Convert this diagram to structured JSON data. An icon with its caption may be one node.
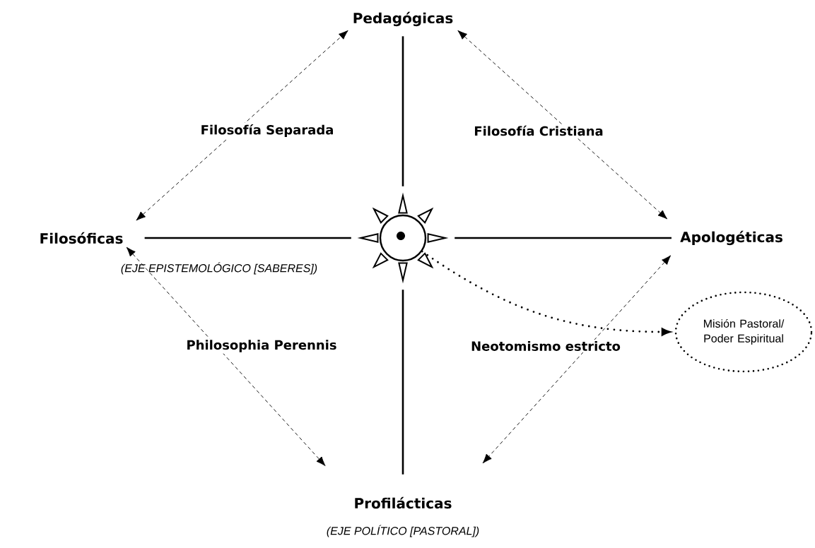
{
  "diagram": {
    "nodes": [
      {
        "text": [
          "Pedagógicas"
        ]
      },
      {
        "text": [
          "Filosóficas"
        ],
        "beside": [
          "(EJE EPISTEMOLÓGICO [SABERES])"
        ]
      },
      {
        "text": [],
        "shape": "circle"
      },
      {
        "text": [
          "Apologéticas"
        ]
      },
      {
        "text": [
          "Profilácticas"
        ],
        "beside": [
          "(EJE POLÍTICO [PASTORAL])"
        ]
      },
      {
        "text": [
          "Misión Pastoral/ Poder Espiritual"
        ]
      }
    ],
    "edges": [
      {
        "from": 2,
        "to": 0,
        "arrow": "none"
      },
      {
        "from": 2,
        "to": 1,
        "arrow": "none"
      },
      {
        "from": 2,
        "to": 3,
        "arrow": "none"
      },
      {
        "from": 2,
        "to": 4,
        "arrow": "none"
      },
      {
        "from": 1,
        "to": 0,
        "arrow": "both",
        "style": "dashed"
      },
      {
        "from": 0,
        "to": 3,
        "arrow": "both",
        "style": "dashed"
      },
      {
        "from": 1,
        "to": 4,
        "arrow": "both",
        "style": "dashed"
      },
      {
        "from": 3,
        "to": 4,
        "arrow": "both",
        "style": "dashed"
      },
      {
        "from": 2,
        "to": 5,
        "arrow": "to",
        "style": "dashed"
      }
    ],
    "labels": [
      "Filosofía Separada",
      "Filosofía Cristiana",
      "Philosophia Perennis",
      "Neotomismo estricto"
    ]
  }
}
